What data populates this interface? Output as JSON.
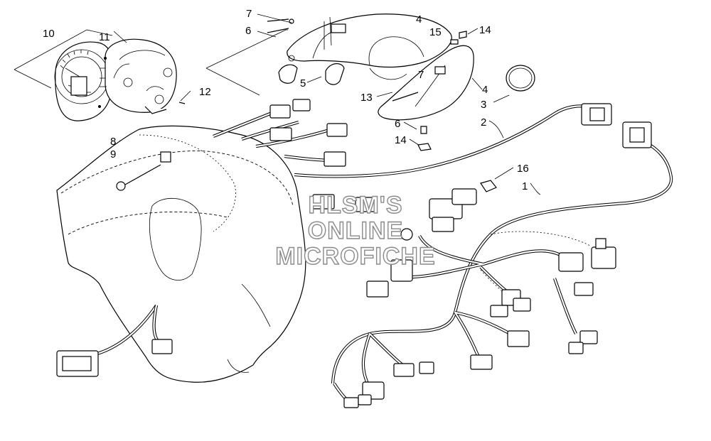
{
  "callouts": [
    {
      "id": "c1",
      "text": "1"
    },
    {
      "id": "c2",
      "text": "2"
    },
    {
      "id": "c3",
      "text": "3"
    },
    {
      "id": "c4a",
      "text": "4"
    },
    {
      "id": "c4b",
      "text": "4"
    },
    {
      "id": "c5",
      "text": "5"
    },
    {
      "id": "c6a",
      "text": "6"
    },
    {
      "id": "c6b",
      "text": "6"
    },
    {
      "id": "c7a",
      "text": "7"
    },
    {
      "id": "c7b",
      "text": "7"
    },
    {
      "id": "c8",
      "text": "8"
    },
    {
      "id": "c9",
      "text": "9"
    },
    {
      "id": "c10",
      "text": "10"
    },
    {
      "id": "c11",
      "text": "11"
    },
    {
      "id": "c12",
      "text": "12"
    },
    {
      "id": "c13",
      "text": "13"
    },
    {
      "id": "c14a",
      "text": "14"
    },
    {
      "id": "c14b",
      "text": "14"
    },
    {
      "id": "c15",
      "text": "15"
    },
    {
      "id": "c16",
      "text": "16"
    }
  ],
  "watermark": {
    "line1": "HLSM'S",
    "line2": "ONLINE",
    "line3": "MICROFICHE"
  }
}
